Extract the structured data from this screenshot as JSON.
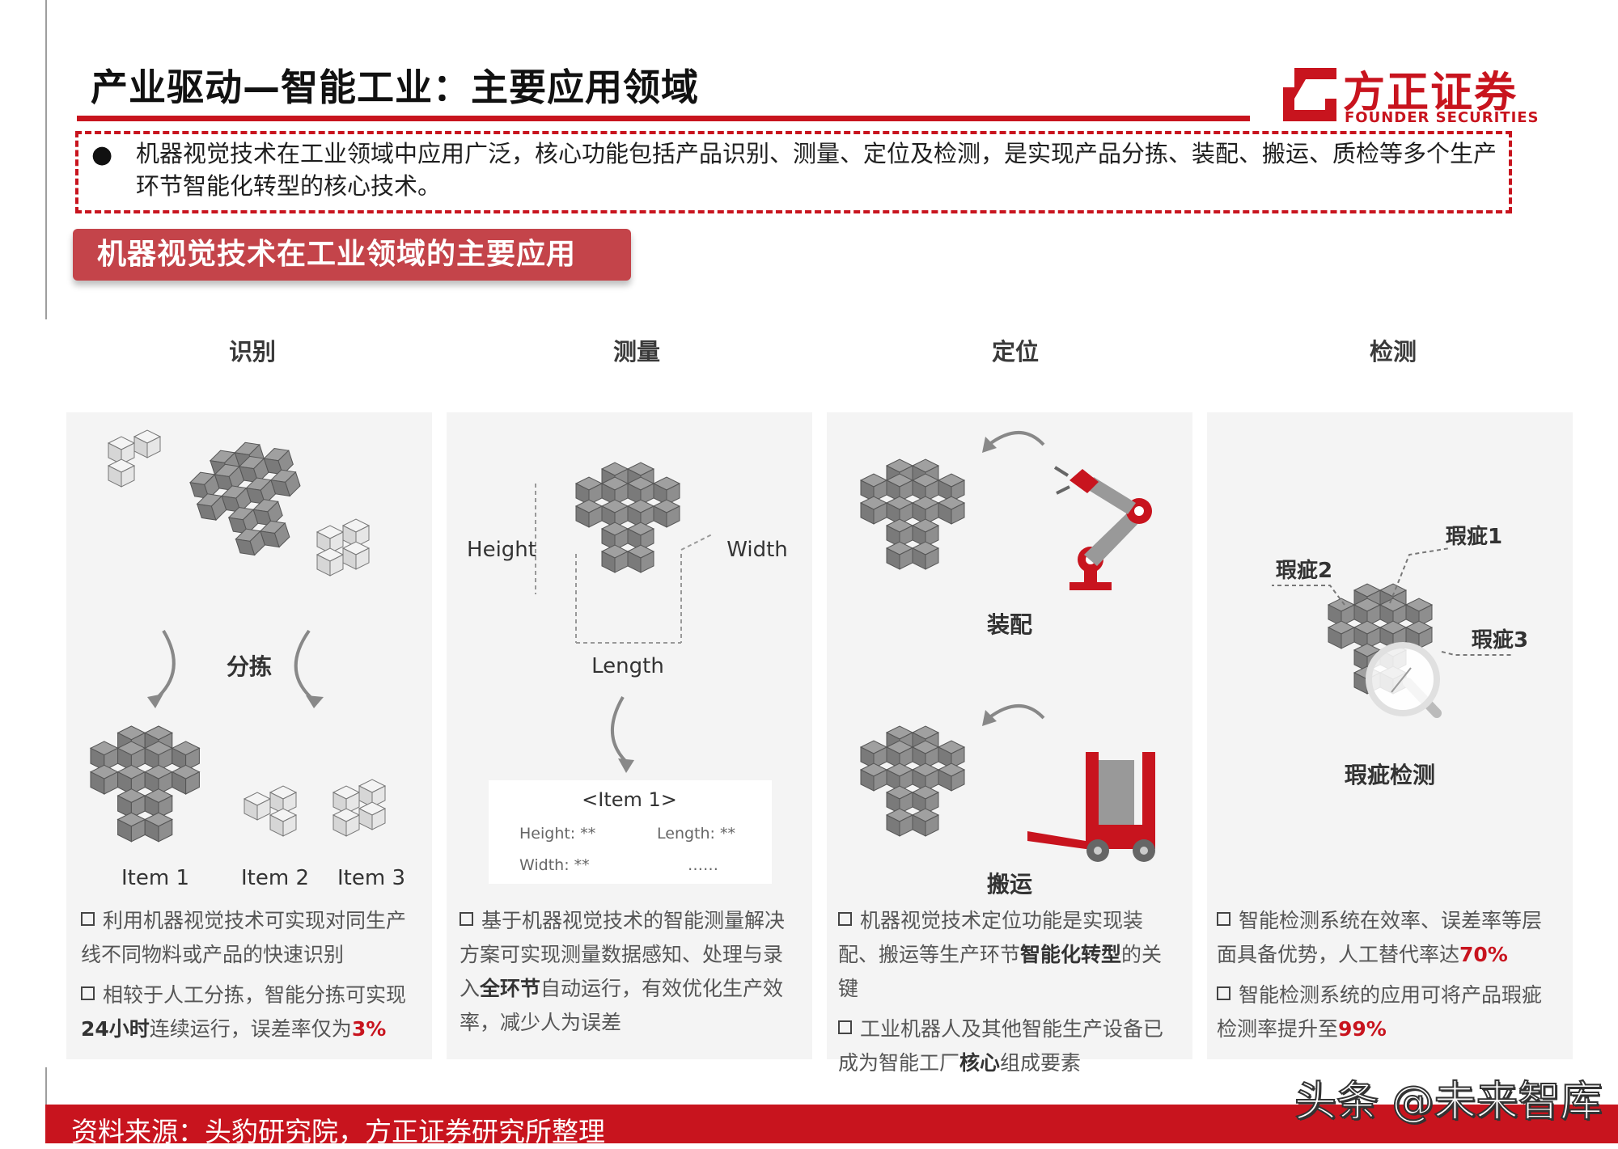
{
  "header": {
    "title": "产业驱动—智能工业：主要应用领域",
    "logo_cn": "方正证券",
    "logo_en": "FOUNDER SECURITIES"
  },
  "summary": "机器视觉技术在工业领域中应用广泛，核心功能包括产品识别、测量、定位及检测，是实现产品分拣、装配、搬运、质检等多个生产环节智能化转型的核心技术。",
  "section_title": "机器视觉技术在工业领域的主要应用",
  "columns": [
    {
      "heading": "识别",
      "sort_label": "分拣",
      "items": [
        "Item 1",
        "Item 2",
        "Item 3"
      ],
      "notes": [
        {
          "pre": "利用机器视觉技术可实现对同生产线不同物料或产品的快速识别",
          "bold": "",
          "post": "",
          "red": ""
        },
        {
          "pre": "相较于人工分拣，智能分拣可实现",
          "bold": "24小时",
          "post": "连续运行，误差率仅为",
          "red": "3%"
        }
      ]
    },
    {
      "heading": "测量",
      "height_label": "Height",
      "width_label": "Width",
      "length_label": "Length",
      "card_title": "<Item 1>",
      "card_height": "Height: **",
      "card_length": "Length: **",
      "card_width": "Width: **",
      "card_more": "……",
      "notes": [
        {
          "pre": "基于机器视觉技术的智能测量解决方案可实现测量数据感知、处理与录入",
          "bold": "全环节",
          "post": "自动运行，有效优化生产效率，减少人为误差",
          "red": ""
        }
      ]
    },
    {
      "heading": "定位",
      "assembly_label": "装配",
      "transport_label": "搬运",
      "notes": [
        {
          "pre": "机器视觉技术定位功能是实现装配、搬运等生产环节",
          "bold": "智能化转型",
          "post": "的关键",
          "red": ""
        },
        {
          "pre": "工业机器人及其他智能生产设备已成为智能工厂",
          "bold": "核心",
          "post": "组成要素",
          "red": ""
        }
      ]
    },
    {
      "heading": "检测",
      "defect1": "瑕疵1",
      "defect2": "瑕疵2",
      "defect3": "瑕疵3",
      "detect_label": "瑕疵检测",
      "notes": [
        {
          "pre": "智能检测系统在效率、误差率等层面具备优势，人工替代率达",
          "bold": "",
          "post": "",
          "red": "70%"
        },
        {
          "pre": "智能检测系统的应用可将产品瑕疵检测率提升至",
          "bold": "",
          "post": "",
          "red": "99%"
        }
      ]
    }
  ],
  "footer": {
    "source": "资料来源：头豹研究院，方正证券研究所整理",
    "watermark": "头条 @未来智库"
  },
  "colors": {
    "brand_red": "#c8141e",
    "pill_red": "#c4444a",
    "cube_gray": "#7d7d7d"
  }
}
